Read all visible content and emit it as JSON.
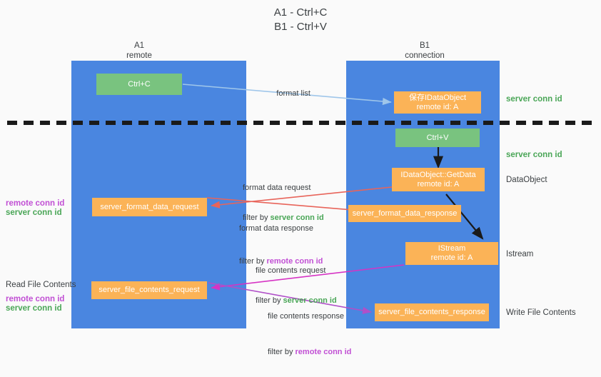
{
  "title": {
    "line1": "A1 - Ctrl+C",
    "line2": "B1 - Ctrl+V"
  },
  "columns": {
    "a1": {
      "name": "A1",
      "role": "remote"
    },
    "b1": {
      "name": "B1",
      "role": "connection"
    }
  },
  "nodes": {
    "ctrl_c": {
      "label": "Ctrl+C",
      "color": "#79c37f"
    },
    "ctrl_v": {
      "label": "Ctrl+V",
      "color": "#79c37f"
    },
    "save_dataobject": {
      "line1": "保存IDataObject",
      "line2": "remote id: A",
      "color": "#fbb357"
    },
    "getdata": {
      "line1": "IDataObject::GetData",
      "line2": "remote id: A",
      "color": "#fbb357"
    },
    "istream": {
      "line1": "IStream",
      "line2": "remote id: A",
      "color": "#fbb357"
    },
    "fmt_data_request": {
      "label": "server_format_data_request",
      "color": "#fbb357"
    },
    "fmt_data_response": {
      "label": "server_format_data_response",
      "color": "#fbb357"
    },
    "file_req": {
      "label": "server_file_contents_request",
      "color": "#fbb357"
    },
    "file_resp": {
      "label": "server_file_contents_response",
      "color": "#fbb357"
    }
  },
  "annotations": {
    "server_conn_id_1": "server conn id",
    "server_conn_id_2": "server conn id",
    "dataobject": "DataObject",
    "istream": "Istream",
    "write_file_contents": "Write File Contents",
    "read_file_contents": "Read File Contents",
    "left_mid_remote": "remote conn id",
    "left_mid_server": "server conn id",
    "left_low_remote": "remote conn id",
    "left_low_server": "server conn id"
  },
  "edges": {
    "format_list": {
      "label": "format list",
      "color": "#9fc6ea"
    },
    "format_data_request": {
      "label": "format data request",
      "filter_prefix": "filter by ",
      "filter_value": "server conn id",
      "color": "#e8645a"
    },
    "format_data_response": {
      "label": "format data response",
      "filter_prefix": "filter by ",
      "filter_value": "remote conn id",
      "color": "#e8645a"
    },
    "file_contents_request": {
      "label": "file contents request",
      "filter_prefix": "filter by ",
      "filter_value": "server conn id",
      "color": "#d633c4"
    },
    "file_contents_response": {
      "label": "file contents response",
      "filter_prefix": "filter by ",
      "filter_value": "remote conn id",
      "color": "#b050c8"
    }
  },
  "colors": {
    "lane": "#4a86e0",
    "green_node": "#79c37f",
    "orange_node": "#fbb357",
    "green_text": "#4aa657",
    "purple_text": "#c14fd4",
    "divider": "#1a1a1a"
  }
}
